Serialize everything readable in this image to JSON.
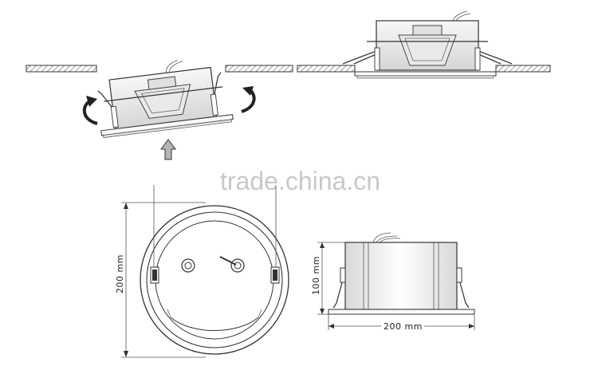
{
  "watermark": "trade.china.cn",
  "dimensions": {
    "front_diameter": "200 mm",
    "side_height": "100 mm",
    "side_width": "200 mm"
  },
  "icons": {
    "rotate_left": "rotate-ccw-arrow-icon",
    "rotate_right": "rotate-cw-arrow-icon",
    "push_up": "up-arrow-icon"
  }
}
